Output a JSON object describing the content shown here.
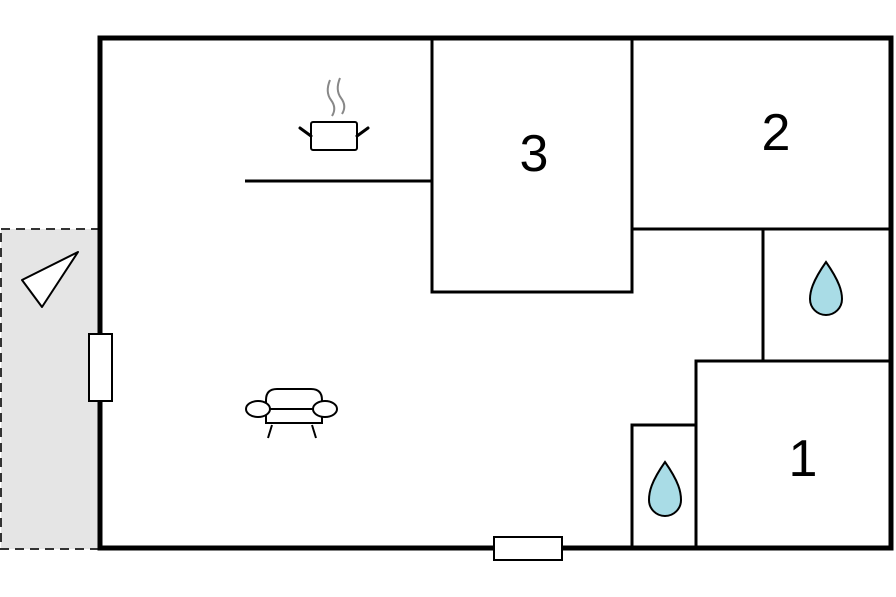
{
  "rooms": [
    {
      "number": "3"
    },
    {
      "number": "2"
    },
    {
      "number": "1"
    }
  ],
  "icons": {
    "kitchen": "cooking-pot-icon",
    "living": "sofa-icon",
    "bathroom": "water-drop-icon",
    "terrace": "terrace-icon"
  },
  "colors": {
    "wall": "#000000",
    "terrace_fill": "#e5e5e5",
    "terrace_border": "#333333",
    "water_drop": "#a9dce6",
    "steam": "#888888"
  }
}
